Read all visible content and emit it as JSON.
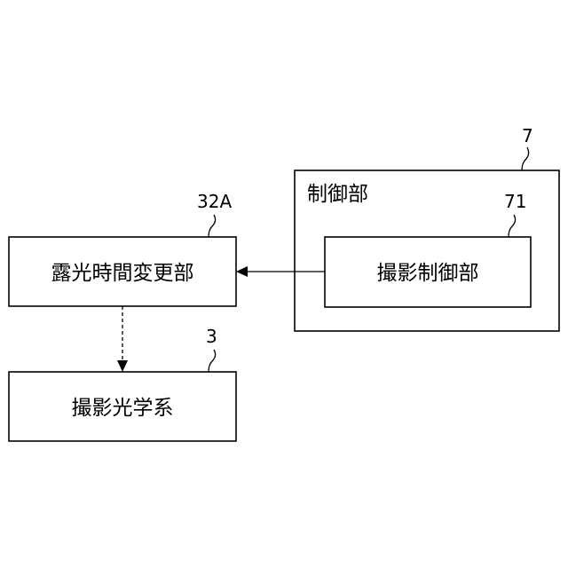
{
  "blocks": {
    "control_unit": {
      "label": "制御部",
      "ref": "7"
    },
    "imaging_control_unit": {
      "label": "撮影制御部",
      "ref": "71"
    },
    "exposure_time_change_unit": {
      "label": "露光時間変更部",
      "ref": "32A"
    },
    "imaging_optical_system": {
      "label": "撮影光学系",
      "ref": "3"
    }
  },
  "connections": [
    {
      "from": "imaging_control_unit",
      "to": "exposure_time_change_unit",
      "style": "solid"
    },
    {
      "from": "exposure_time_change_unit",
      "to": "imaging_optical_system",
      "style": "dashed"
    }
  ],
  "colors": {
    "line": "#000000",
    "background": "#ffffff"
  }
}
